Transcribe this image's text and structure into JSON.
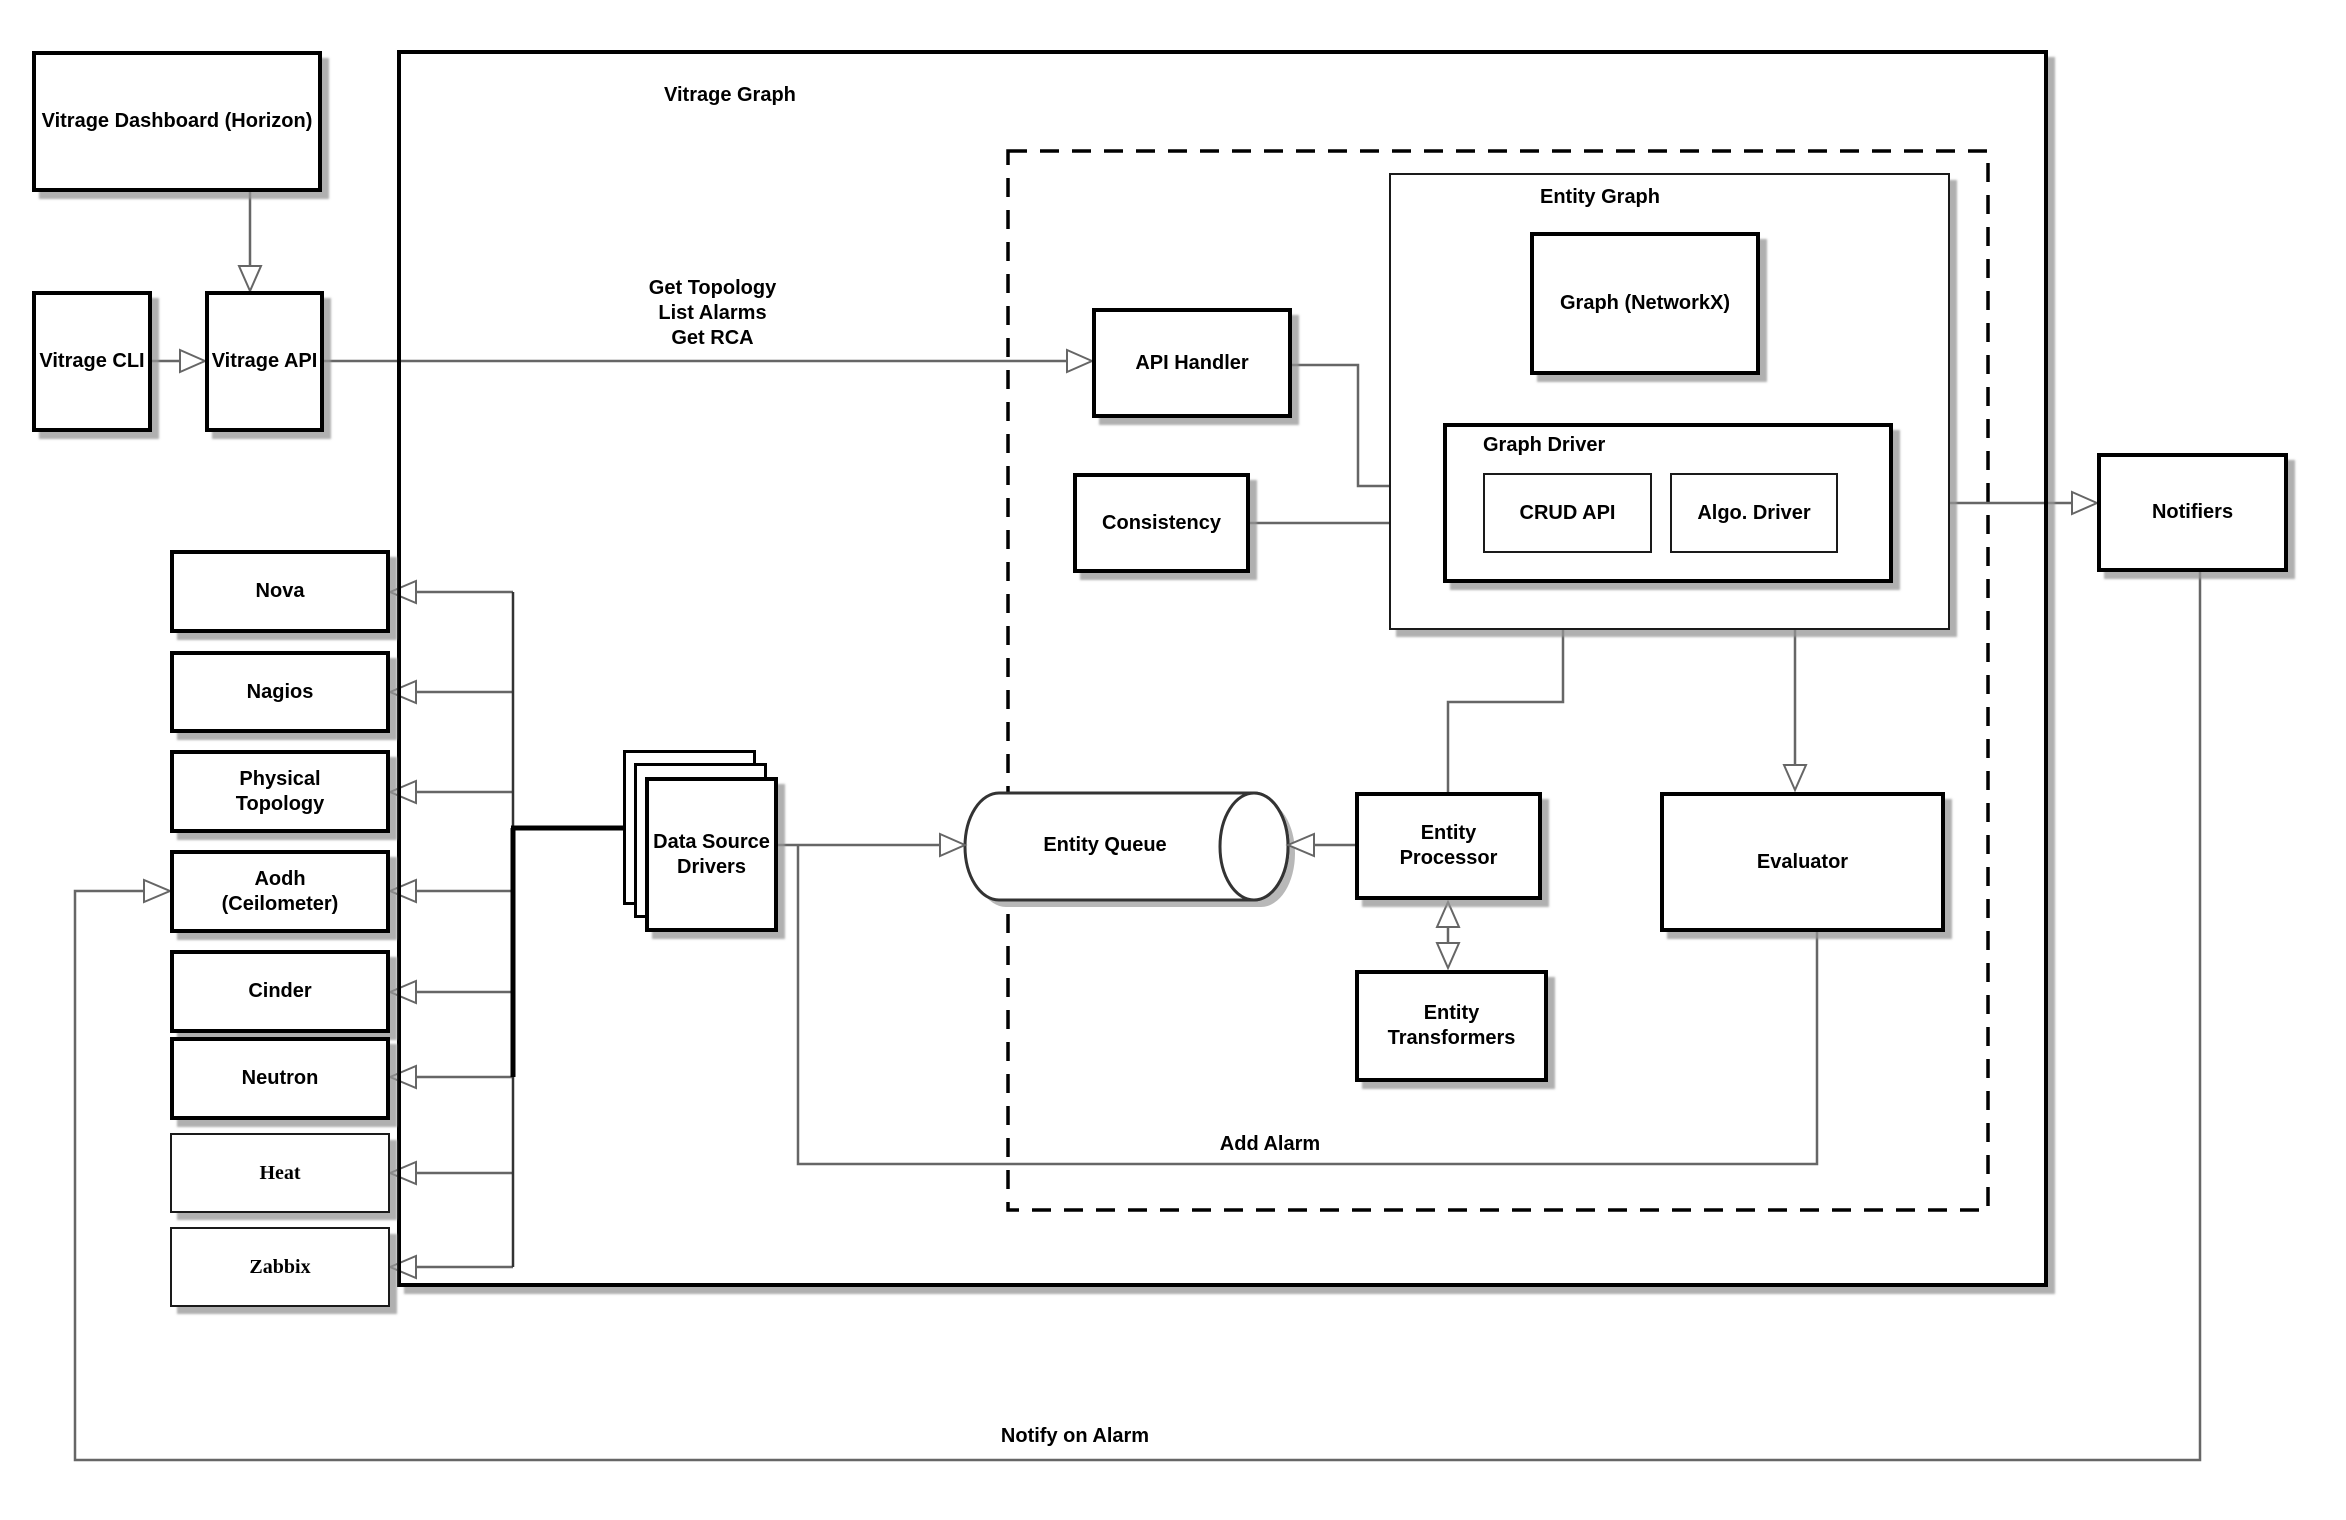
{
  "regions": {
    "vitrage_graph": "Vitrage Graph",
    "entity_graph": "Entity Graph",
    "graph_driver": "Graph Driver"
  },
  "nodes": {
    "dashboard": "Vitrage Dashboard (Horizon)",
    "cli": "Vitrage CLI",
    "api": "Vitrage API",
    "api_handler": "API Handler",
    "consistency": "Consistency",
    "graph_networkx": "Graph (NetworkX)",
    "crud_api": "CRUD API",
    "algo_driver": "Algo. Driver",
    "entity_queue": "Entity Queue",
    "entity_processor": "Entity Processor",
    "entity_transformers": "Entity Transformers",
    "evaluator": "Evaluator",
    "data_source_drivers": "Data Source Drivers",
    "notifiers": "Notifiers"
  },
  "data_sources": [
    {
      "label": "Nova"
    },
    {
      "label": "Nagios"
    },
    {
      "label": "Physical Topology"
    },
    {
      "label": "Aodh (Ceilometer)"
    },
    {
      "label": "Cinder"
    },
    {
      "label": "Neutron"
    },
    {
      "label": "Heat"
    },
    {
      "label": "Zabbix"
    }
  ],
  "edge_labels": {
    "get_topology": "Get Topology",
    "list_alarms": "List Alarms",
    "get_rca": "Get RCA",
    "add_alarm": "Add Alarm",
    "notify_on_alarm": "Notify on Alarm"
  },
  "colors": {
    "line": "#666666",
    "border": "#000000",
    "shadow": "#b8b8b8",
    "background": "#ffffff"
  }
}
